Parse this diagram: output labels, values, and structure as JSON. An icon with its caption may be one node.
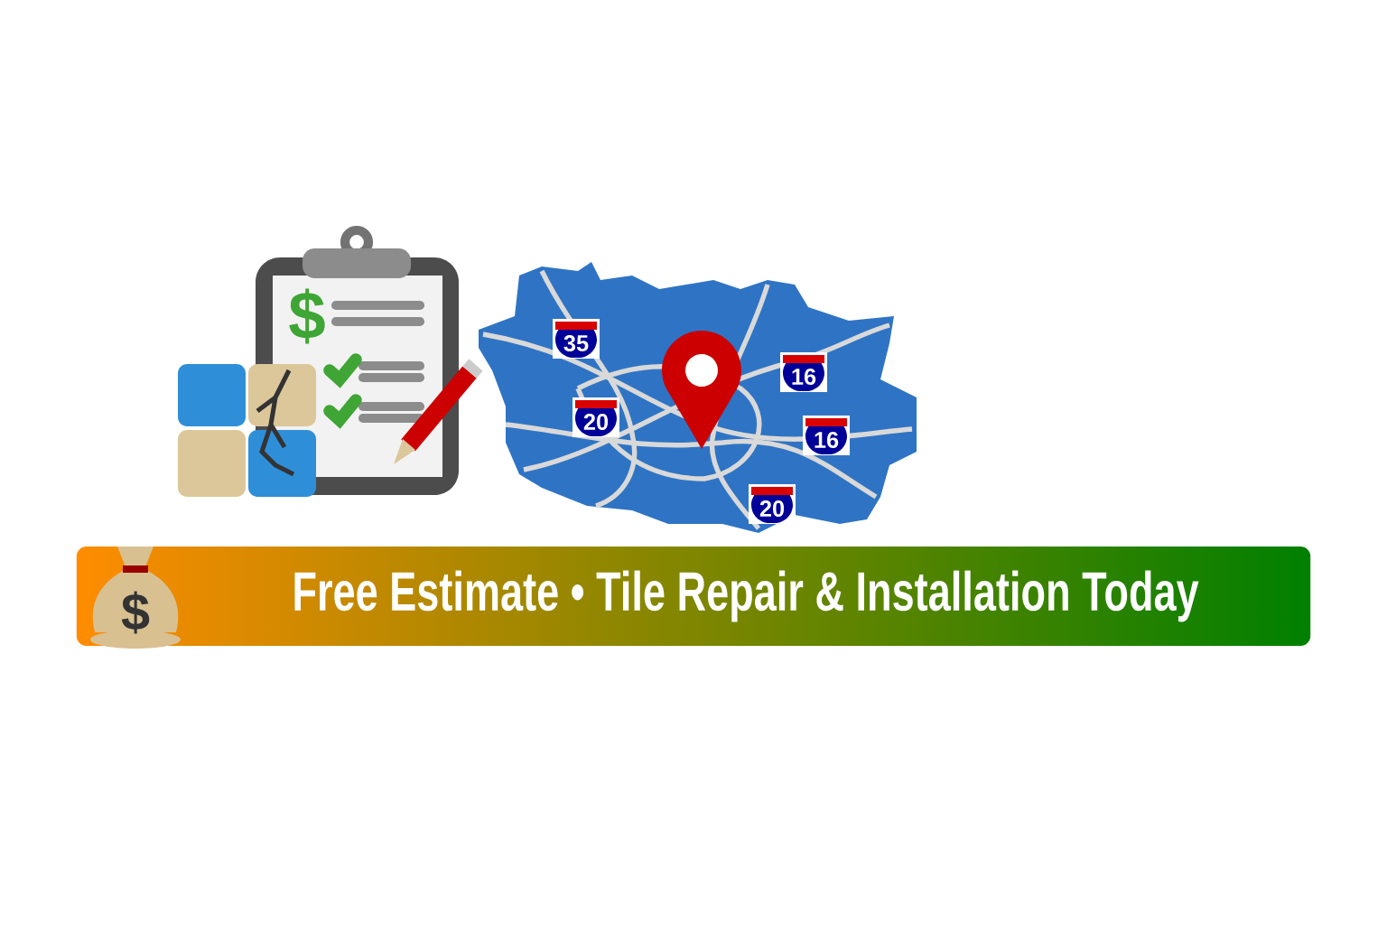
{
  "diagram": {
    "nodes": [
      {
        "text": [
          "Free Estimate • Tile Repair & Installation Today"
        ]
      }
    ],
    "labels": [
      "$",
      "35",
      "16",
      "20",
      "16",
      "20",
      "$"
    ]
  }
}
